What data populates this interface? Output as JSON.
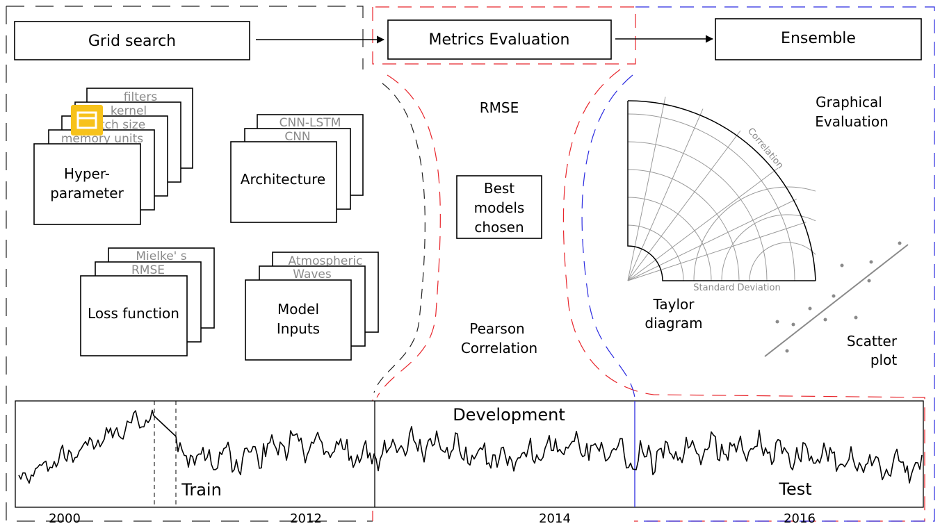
{
  "pipeline": {
    "grid_search": "Grid search",
    "metrics_evaluation": "Metrics Evaluation",
    "ensemble": "Ensemble"
  },
  "grid_search": {
    "hyperparameter": {
      "title_line1": "Hyper-",
      "title_line2": "parameter",
      "layers": [
        "filters",
        "kernel",
        "batch size",
        "memory units"
      ]
    },
    "architecture": {
      "title": "Architecture",
      "layers": [
        "CNN-LSTM",
        "CNN"
      ]
    },
    "loss": {
      "title": "Loss function",
      "layers": [
        "Mielke' s",
        "RMSE"
      ]
    },
    "inputs": {
      "title_line1": "Model",
      "title_line2": "Inputs",
      "layers": [
        "Atmospheric",
        "Waves"
      ]
    }
  },
  "metrics": {
    "rmse": "RMSE",
    "best_line1": "Best",
    "best_line2": "models",
    "best_line3": "chosen",
    "pearson_line1": "Pearson",
    "pearson_line2": "Correlation"
  },
  "ensemble": {
    "graphical_line1": "Graphical",
    "graphical_line2": "Evaluation",
    "taylor_line1": "Taylor",
    "taylor_line2": "diagram",
    "taylor_corr_label": "Correlation",
    "taylor_std_label": "Standard Deviation",
    "scatter_line1": "Scatter",
    "scatter_line2": "plot"
  },
  "timeseries": {
    "train": "Train",
    "development": "Development",
    "test": "Test",
    "years": [
      "2000",
      "2012",
      "2014",
      "2016"
    ]
  },
  "colors": {
    "grid_search_frame": "#000000",
    "metrics_frame": "#e8262c",
    "ensemble_frame": "#2b2be0",
    "series": "#000000",
    "icon": "#f7c21a"
  },
  "icons": {
    "overlay": "slides-icon"
  }
}
